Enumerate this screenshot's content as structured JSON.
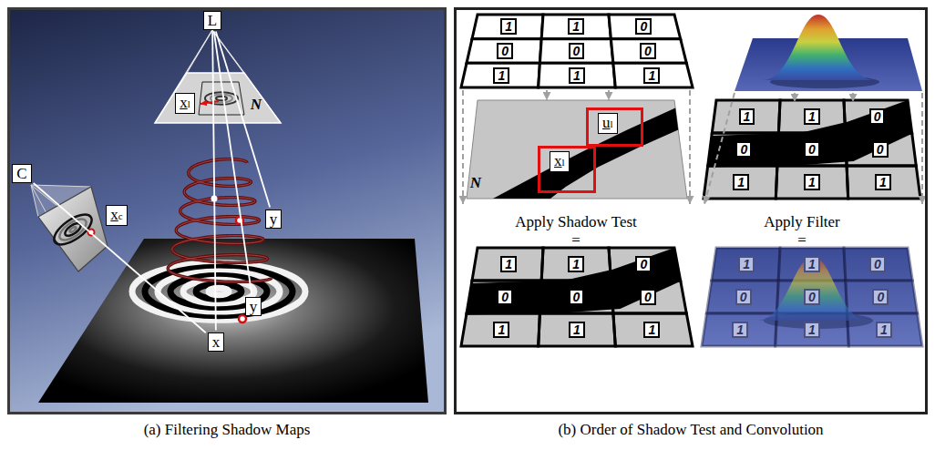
{
  "diagram": {
    "nodes": [
      {
        "text": [
          "(a) Filtering Shadow Maps"
        ]
      },
      {
        "text": [
          "L"
        ],
        "in": 0
      },
      {
        "text": [
          "xl"
        ],
        "in": 0
      },
      {
        "text": [
          "C"
        ],
        "in": 0
      },
      {
        "text": [
          "xc"
        ],
        "in": 0
      },
      {
        "text": [
          "y"
        ],
        "in": 0
      },
      {
        "text": [
          "y"
        ],
        "in": 0
      },
      {
        "text": [
          "x"
        ],
        "in": 0
      },
      {
        "text": [
          "(b) Order of Shadow Test and Convolution"
        ]
      },
      {
        "text": [
          "ul"
        ],
        "in": 8
      },
      {
        "text": [
          "xl"
        ],
        "in": 8
      }
    ],
    "edges": [
      {
        "from": 1,
        "to": 7,
        "arrow": "none"
      },
      {
        "from": 1,
        "to": 5,
        "arrow": "none"
      },
      {
        "from": 1,
        "to": 6,
        "arrow": "none"
      },
      {
        "from": 3,
        "to": 7,
        "arrow": "none"
      }
    ],
    "labels": [
      "N",
      "1",
      "1",
      "0",
      "0",
      "0",
      "0",
      "1",
      "1",
      "1",
      "N",
      "1",
      "1",
      "0",
      "0",
      "0",
      "0",
      "1",
      "1",
      "1",
      "Apply Shadow Test",
      "=",
      "Apply Filter",
      "=",
      "1",
      "1",
      "0",
      "0",
      "0",
      "0",
      "1",
      "1",
      "1",
      "1",
      "1",
      "0",
      "0",
      "0",
      "0",
      "1",
      "1",
      "1"
    ]
  }
}
